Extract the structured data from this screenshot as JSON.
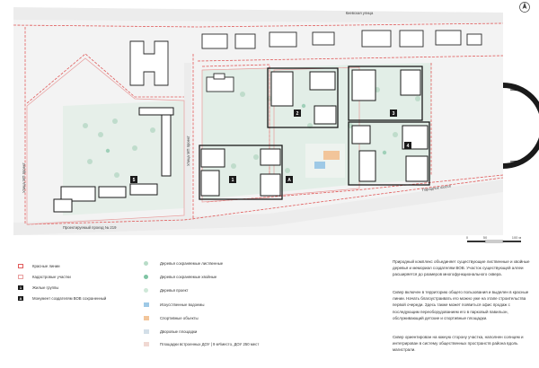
{
  "streets": {
    "kiev": "Киевская улица",
    "paradise": "Парадное шоссе",
    "mp219": "Проектируемый проезд № 219",
    "mp_west": "Улица МП проект",
    "mp_mid": "Улица МП проект"
  },
  "blocks": [
    "1",
    "2",
    "3",
    "4",
    "5",
    "А"
  ],
  "scale": {
    "labels": [
      "0",
      "50",
      "100 м"
    ]
  },
  "legend_left": [
    {
      "label": "Красные линии",
      "style": "red-dash"
    },
    {
      "label": "Кадастровые участки",
      "style": "pink-dash"
    },
    {
      "label": "Жилые группы",
      "style": "black-1"
    },
    {
      "label": "Монумент создателям ВОВ сохраненный",
      "style": "black-A"
    }
  ],
  "legend_mid": [
    {
      "label": "Деревья сохраняемые лиственные",
      "color": "#b8dcc8"
    },
    {
      "label": "Деревья сохраняемые хвойные",
      "color": "#7fc4a4"
    },
    {
      "label": "Деревья проект",
      "color": "#cfe8d8"
    },
    {
      "label": "Искусственные водоемы",
      "color": "#9ec9e6"
    },
    {
      "label": "Спортивные объекты",
      "color": "#f2c59a"
    },
    {
      "label": "Дворовые площадки",
      "color": "#d3dfe8"
    },
    {
      "label": "Площадки встроенных ДОУ | 9 м²/место, ДОУ 250 мест",
      "color": "#f0d8d2"
    }
  ],
  "description": [
    "Природный комплекс объединяет существующие лиственные и хвойные деревья и мемориал создателям ВОВ. Участок существующей аллеи расширяется до размеров многофункционального сквера.",
    "Сквер включен в территорию общего пользования и выделен в красные линии. Начать благоустраивать его можно уже на этапе строительства первой очереди. Здесь также может появиться офис продаж с последующим переоборудованием его в парковый павильон, обслуживающий детские и спортивные площадки.",
    "Сквер ориентирован на южную сторону участка, наполнен солнцем и интегрирован в систему общественных пространств района вдоль магистрали."
  ],
  "colors": {
    "red_line": "#e05a5a",
    "building": "#ffffff",
    "outline": "#2a2a2a",
    "ground": "#f4f4f4",
    "park": "#dfeee6"
  }
}
